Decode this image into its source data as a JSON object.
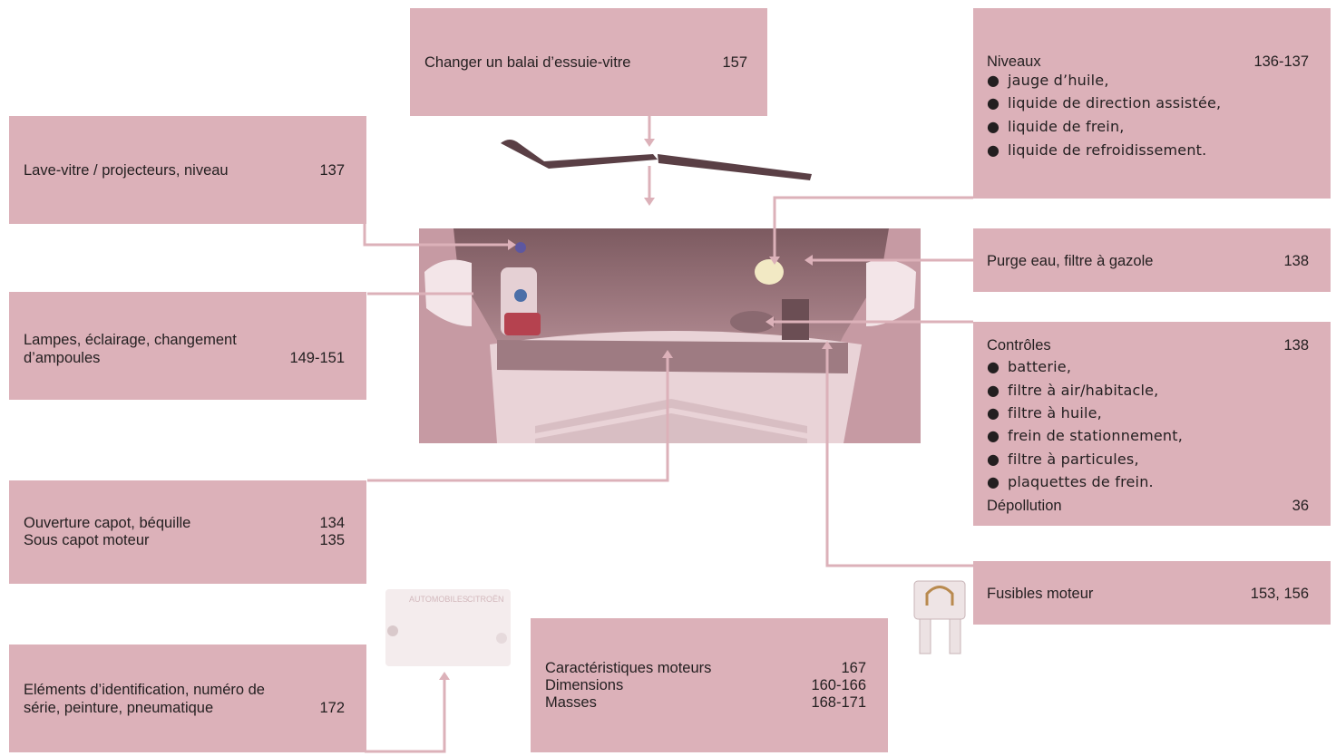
{
  "colors": {
    "box_bg": "#dcb1b9",
    "arrow": "#dcb1b9",
    "engine_bg": "#c69aa3"
  },
  "wiper": {
    "label": "Changer un balai d’essuie-vitre",
    "page": "157"
  },
  "washer": {
    "label": "Lave-vitre / projecteurs, niveau",
    "page": "137"
  },
  "lamps": {
    "line1": "Lampes, éclairage, changement",
    "line2": "d’ampoules",
    "page": "149-151"
  },
  "bonnet": {
    "line1": "Ouverture capot, béquille",
    "page1": "134",
    "line2": "Sous capot moteur",
    "page2": "135"
  },
  "identification": {
    "line1": "Eléments d’identification, numéro de",
    "line2": "série, peinture, pneumatique",
    "page": "172"
  },
  "specs": {
    "rows": [
      {
        "label": "Caractéristiques moteurs",
        "page": "167"
      },
      {
        "label": "Dimensions",
        "page": "160-166"
      },
      {
        "label": "Masses",
        "page": "168-171"
      }
    ]
  },
  "levels": {
    "title": "Niveaux",
    "page": "136-137",
    "items": [
      "jauge d’huile,",
      "liquide de direction assistée,",
      "liquide de frein,",
      "liquide de refroidissement."
    ]
  },
  "drain": {
    "label": "Purge eau, filtre à gazole",
    "page": "138"
  },
  "checks": {
    "title": "Contrôles",
    "page": "138",
    "items": [
      "batterie,",
      "filtre à air/habitacle,",
      "filtre à huile,",
      "frein de stationnement,",
      "filtre à particules,",
      "plaquettes de frein."
    ],
    "footer": "Dépollution",
    "footer_page": "36"
  },
  "fuses": {
    "label": "Fusibles moteur",
    "page": "153, 156"
  },
  "plate": {
    "brand": "AUTOMOBILES",
    "brand2": "CITROËN"
  }
}
